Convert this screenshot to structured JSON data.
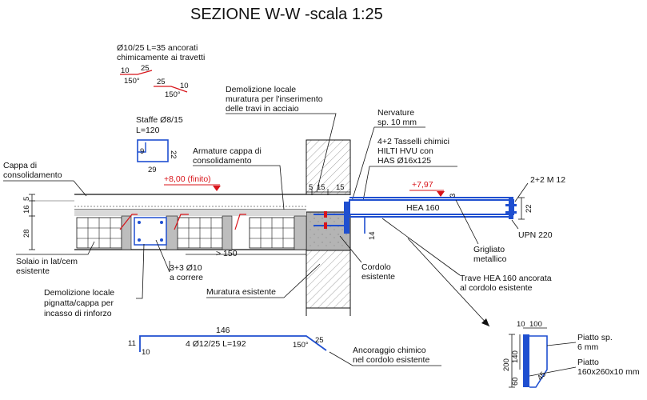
{
  "title": "SEZIONE W-W -scala 1:25",
  "colors": {
    "line": "#111111",
    "steel": "#1f4fd0",
    "level": "#d8141a",
    "hatch": "#777777",
    "cordolo": "#a8a8a8"
  },
  "bars_note": {
    "line1": "Ø10/25 L=35 ancorati",
    "line2": "chimicamente ai travetti",
    "bend1_a": "10",
    "bend1_b": "25",
    "bend1_angle": "150°",
    "bend2_a": "25",
    "bend2_b": "10",
    "bend2_angle": "150°"
  },
  "staffe": {
    "label1": "Staffe Ø8/15",
    "label2": "L=120",
    "dim_inner": "9",
    "dim_height": "22",
    "dim_width": "29"
  },
  "demolizione_muratura": {
    "line1": "Demolizione locale",
    "line2": "muratura per l'inserimento",
    "line3": "delle travi in acciaio"
  },
  "nervature": {
    "line1": "Nervature",
    "line2": "sp. 10 mm"
  },
  "tasselli": {
    "line1": "4+2 Tasselli chimici",
    "line2": "HILTI HVU con",
    "line3": "HAS Ø16x125"
  },
  "armature_cappa": {
    "line1": "Armature cappa di",
    "line2": "consolidamento"
  },
  "cappa": {
    "line1": "Cappa di",
    "line2": "consolidamento"
  },
  "levels": {
    "finito": "+8,00 (finito)",
    "trave": "+7,97"
  },
  "dims": {
    "d5": "5",
    "d16": "16",
    "d28": "28",
    "d5b": "5",
    "d15a": "15",
    "d15b": "15",
    "d3": "3",
    "d22": "22",
    "d14": "14",
    "d150": "> 150"
  },
  "bolts": "2+2 M 12",
  "hea": "HEA 160",
  "upn": "UPN 220",
  "grigliato": {
    "line1": "Grigliato",
    "line2": "metallico"
  },
  "solaio": {
    "line1": "Solaio in lat/cem",
    "line2": "esistente"
  },
  "rinforzo": {
    "line1": "3+3 Ø10",
    "line2": "a correre"
  },
  "cordolo": {
    "line1": "Cordolo",
    "line2": "esistente"
  },
  "muratura": "Muratura esistente",
  "trave_note": {
    "line1": "Trave HEA 160 ancorata",
    "line2": "al cordolo esistente"
  },
  "demolizione_pignatta": {
    "line1": "Demolizione locale",
    "line2": "pignatta/cappa per",
    "line3": "incasso di rinforzo"
  },
  "bar_detail": {
    "top": "146",
    "label": "4 Ø12/25 L=192",
    "left": "11",
    "foot": "10",
    "tail": "25",
    "angle": "150°"
  },
  "ancoraggio": {
    "line1": "Ancoraggio chimico",
    "line2": "nel cordolo esistente"
  },
  "plate_detail": {
    "d10": "10",
    "d100": "100",
    "d200": "200",
    "d140": "140",
    "d60": "60",
    "d45": "45",
    "piatto1_line1": "Piatto sp.",
    "piatto1_line2": "6 mm",
    "piatto2_line1": "Piatto",
    "piatto2_line2": "160x260x10 mm"
  }
}
